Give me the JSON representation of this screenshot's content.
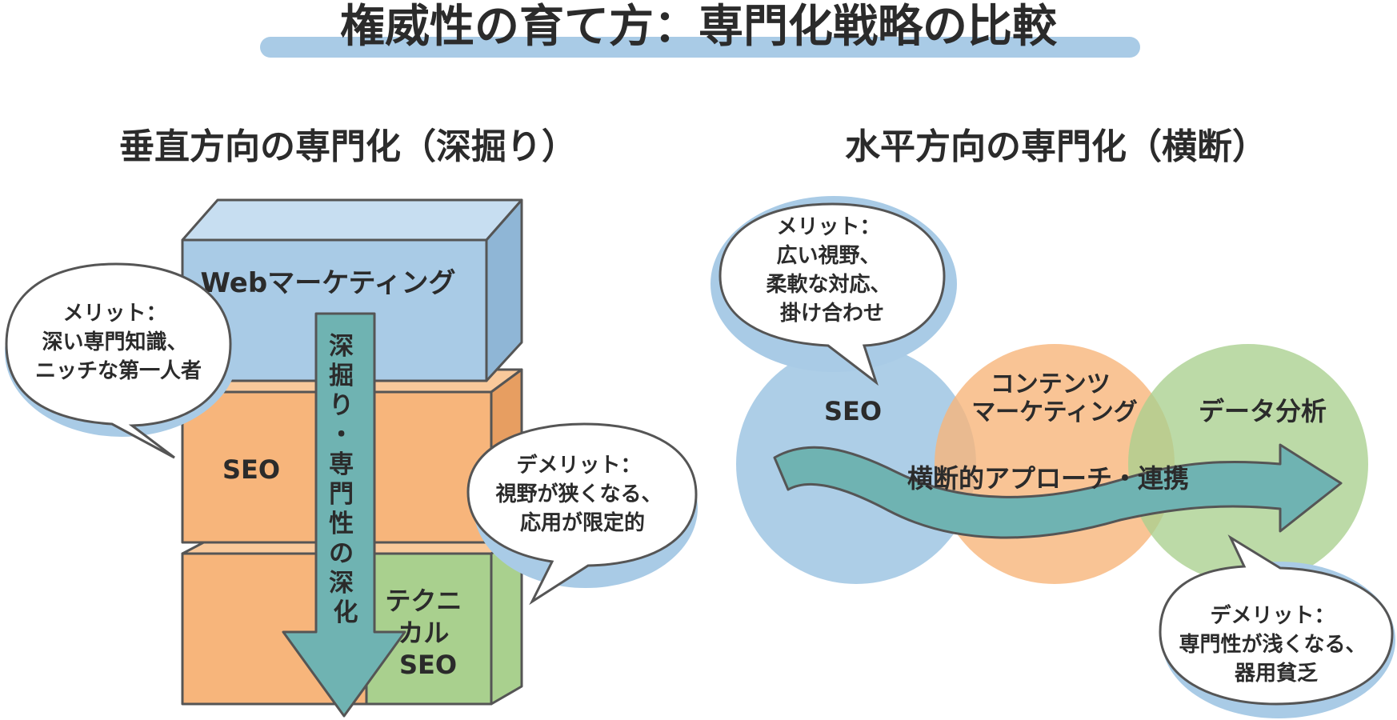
{
  "title": "権威性の育て方：専門化戦略の比較",
  "vertical": {
    "heading": "垂直方向の専門化（深掘り）",
    "blocks": {
      "top": "Webマーケティング",
      "middle": "SEO",
      "bottom_lines": [
        "テクニ",
        "カル",
        "SEO"
      ]
    },
    "arrow_chars": [
      "深",
      "掘",
      "り",
      "・",
      "専",
      "門",
      "性",
      "の",
      "深",
      "化"
    ],
    "merit": {
      "title": "メリット：",
      "lines": [
        "深い専門知識、",
        "ニッチな第一人者"
      ]
    },
    "demerit": {
      "title": "デメリット：",
      "lines": [
        "視野が狭くなる、",
        "応用が限定的"
      ]
    }
  },
  "horizontal": {
    "heading": "水平方向の専門化（横断）",
    "circles": {
      "left": "SEO",
      "center_lines": [
        "コンテンツ",
        "マーケティング"
      ],
      "right": "データ分析"
    },
    "arrow_label": "横断的アプローチ・連携",
    "merit": {
      "title": "メリット：",
      "lines": [
        "広い視野、",
        "柔軟な対応、",
        "掛け合わせ"
      ]
    },
    "demerit": {
      "title": "デメリット：",
      "lines": [
        "専門性が浅くなる、",
        "器用貧乏"
      ]
    }
  },
  "colors": {
    "blue": "#a9cbe6",
    "orange": "#f7b57b",
    "green": "#a9d08e",
    "teal": "#6fb3b2",
    "outline": "#555555"
  }
}
